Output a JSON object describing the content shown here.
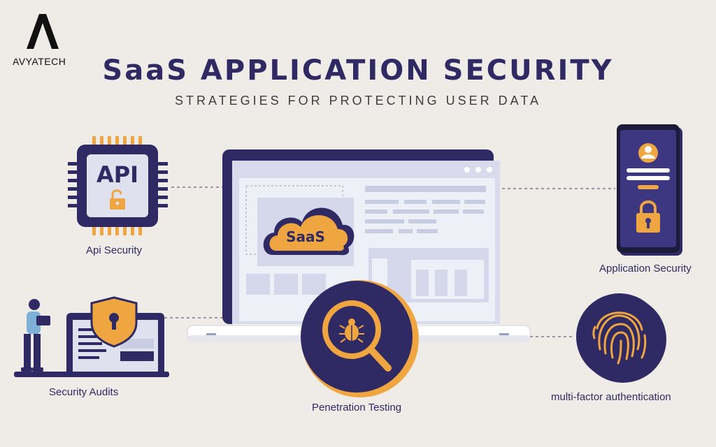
{
  "brand": {
    "name": "AVYATECH"
  },
  "header": {
    "title": "SaaS APPLICATION SECURITY",
    "subtitle": "STRATEGIES FOR PROTECTING USER DATA"
  },
  "laptop": {
    "cloud_label": "SaaS"
  },
  "api_chip": {
    "text": "API"
  },
  "nodes": {
    "api": "Api Security",
    "app": "Application Security",
    "audits": "Security Audits",
    "pentest": "Penetration Testing",
    "mfa": "multi-factor authentication"
  },
  "colors": {
    "navy": "#2f2a63",
    "orange": "#f0a640",
    "background": "#efebe6",
    "screen": "#dfe1ee"
  },
  "icons": [
    "logo-icon",
    "api-chip-icon",
    "padlock-icon",
    "smartphone-icon",
    "user-icon",
    "shield-keyhole-icon",
    "magnifier-icon",
    "bug-icon",
    "fingerprint-icon",
    "laptop-icon",
    "cloud-icon",
    "person-icon"
  ]
}
